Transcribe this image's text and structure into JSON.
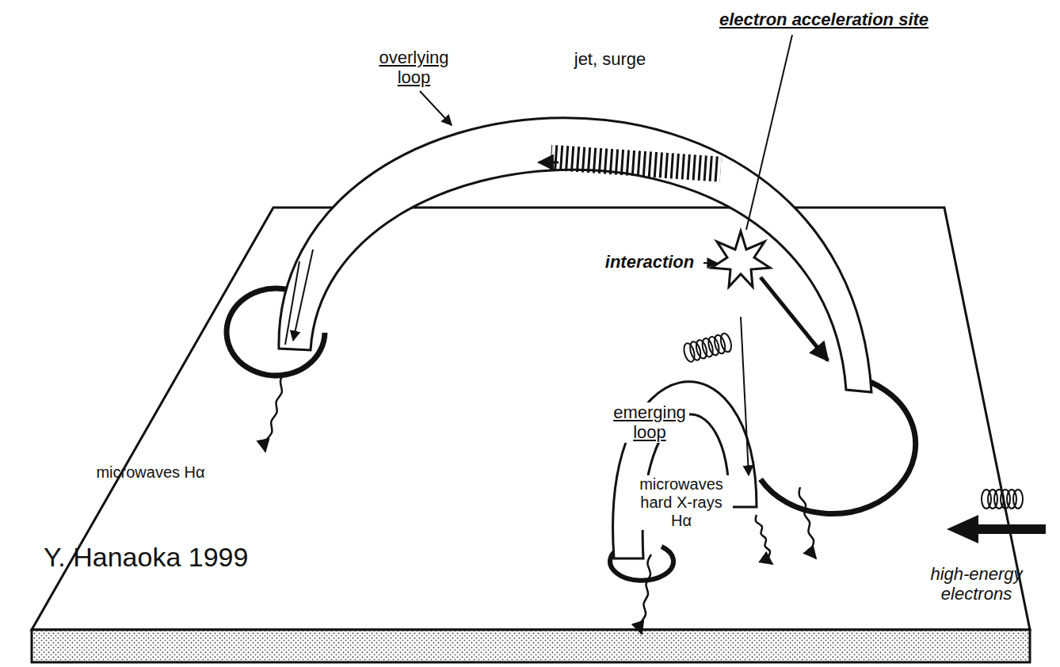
{
  "diagram": {
    "labels": [
      "electron acceleration site",
      "overlying loop",
      "jet, surge",
      "interaction",
      "emerging loop",
      "microwaves Hα",
      "microwaves hard X-rays Hα",
      "high-energy electrons",
      "Y. Hanaoka 1999"
    ]
  }
}
